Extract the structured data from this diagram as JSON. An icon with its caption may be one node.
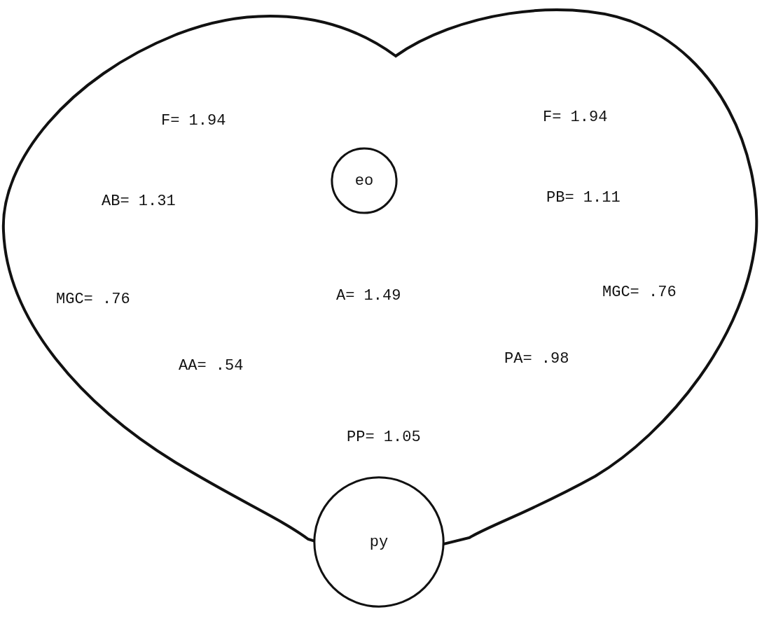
{
  "diagram": {
    "nodes": [
      {
        "text": [],
        "shape": "heart"
      },
      {
        "text": [
          "eo"
        ],
        "in": 0
      },
      {
        "text": [
          "py"
        ]
      }
    ],
    "labels": [
      "F= 1.94",
      "F= 1.94",
      "AB= 1.31",
      "PB= 1.11",
      "MGC= .76",
      "A= 1.49",
      "MGC= .76",
      "AA= .54",
      "PA= .98",
      "PP= 1.05"
    ]
  }
}
